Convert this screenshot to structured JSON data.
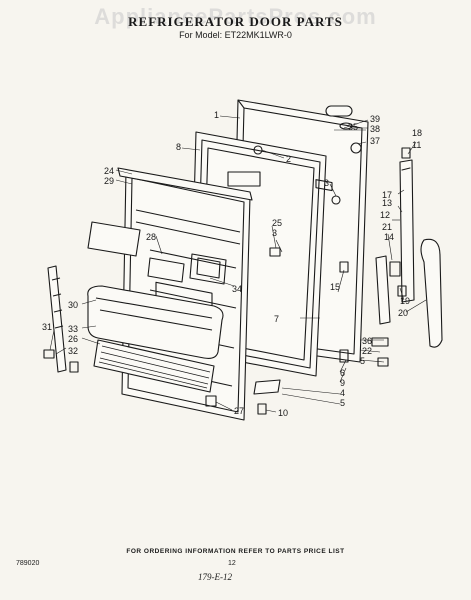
{
  "watermark": "AppliancePartsPros.com",
  "title": "REFRIGERATOR DOOR PARTS",
  "model_line": "For Model: ET22MK1LWR-0",
  "footer": {
    "ordering_note": "FOR ORDERING INFORMATION REFER TO PARTS PRICE LIST",
    "drawing_code": "789020",
    "page_number": "12",
    "handwritten": "179-E-12"
  },
  "callouts": [
    "1",
    "2",
    "3",
    "3",
    "4",
    "5",
    "5",
    "6",
    "7",
    "8",
    "9",
    "10",
    "11",
    "12",
    "13",
    "14",
    "15",
    "17",
    "18",
    "19",
    "20",
    "21",
    "22",
    "24",
    "25",
    "26",
    "27",
    "28",
    "29",
    "30",
    "31",
    "32",
    "33",
    "34",
    "35",
    "36",
    "37",
    "38",
    "39"
  ]
}
